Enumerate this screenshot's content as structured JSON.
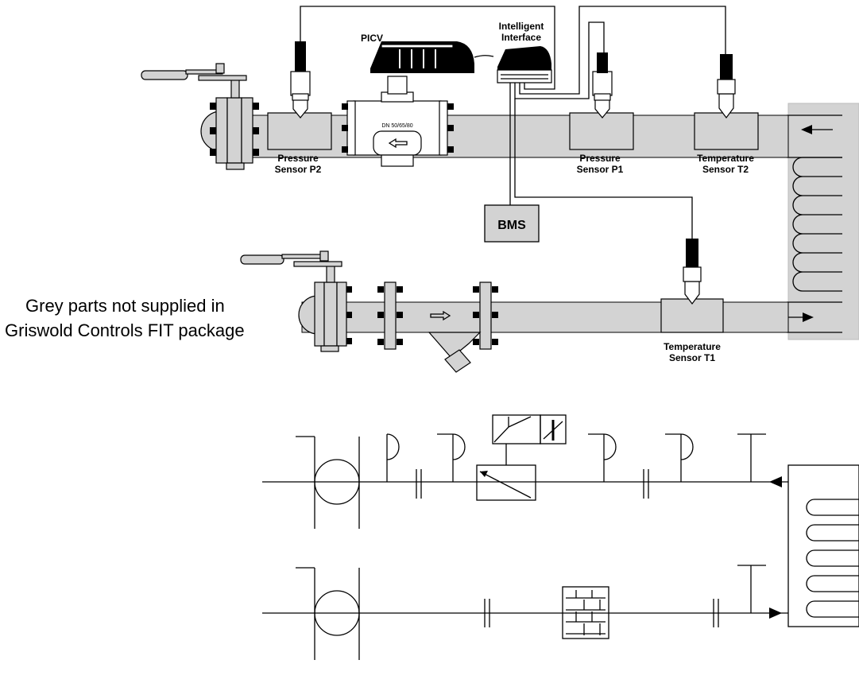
{
  "labels": {
    "picv": "PICV",
    "intelligent_interface_line1": "Intelligent",
    "intelligent_interface_line2": "Interface",
    "pressure_p2_line1": "Pressure",
    "pressure_p2_line2": "Sensor P2",
    "pressure_p1_line1": "Pressure",
    "pressure_p1_line2": "Sensor P1",
    "temp_t2_line1": "Temperature",
    "temp_t2_line2": "Sensor T2",
    "temp_t1_line1": "Temperature",
    "temp_t1_line2": "Sensor T1",
    "bms": "BMS",
    "valve_size": "DN 50/65/80",
    "note_line1": "Grey parts not supplied in",
    "note_line2": "Griswold Controls FIT package"
  }
}
